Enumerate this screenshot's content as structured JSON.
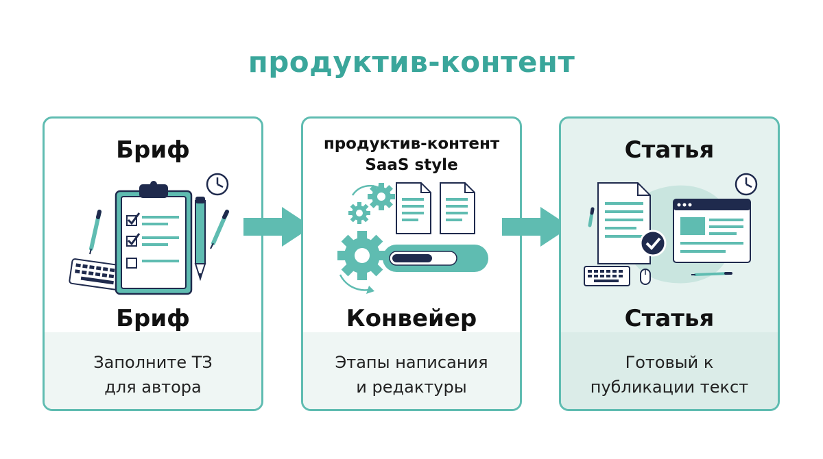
{
  "title": "продуктив-контент",
  "colors": {
    "accent": "#3aa69b",
    "border": "#5fbcb1",
    "navy": "#1f2a4d",
    "text": "#111111"
  },
  "cards": [
    {
      "header_lines": [
        "Бриф"
      ],
      "title": "Бриф",
      "description_lines": [
        "Заполните ТЗ",
        "для автора"
      ],
      "icons": [
        "clipboard-checklist-icon",
        "pencil-icon",
        "pen-icon",
        "keyboard-icon",
        "clock-icon"
      ]
    },
    {
      "header_lines": [
        "продуктив-контент",
        "SaaS style"
      ],
      "title": "Конвейер",
      "description_lines": [
        "Этапы написания",
        "и редактуры"
      ],
      "icons": [
        "gears-icon",
        "documents-icon",
        "progress-bar-icon",
        "refresh-arrows-icon"
      ]
    },
    {
      "header_lines": [
        "Статья"
      ],
      "title": "Статья",
      "description_lines": [
        "Готовый к",
        "публикации текст"
      ],
      "icons": [
        "document-icon",
        "browser-window-icon",
        "checkmark-badge-icon",
        "keyboard-icon",
        "mouse-icon",
        "pen-icon",
        "clock-icon"
      ]
    }
  ],
  "arrows": [
    "arrow-right-icon",
    "arrow-right-icon"
  ]
}
